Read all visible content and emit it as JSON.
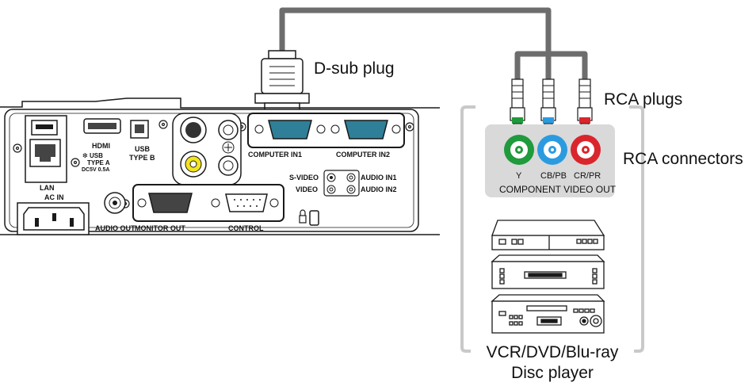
{
  "callouts": {
    "dsub_plug": "D-sub plug",
    "rca_plugs": "RCA plugs",
    "rca_connectors": "RCA connectors"
  },
  "player": {
    "caption_line1": "VCR/DVD/Blu-ray",
    "caption_line2": "Disc player",
    "connector_y": "Y",
    "connector_cb": "CB/PB",
    "connector_cr": "CR/PR",
    "panel_label": "COMPONENT VIDEO OUT"
  },
  "projector": {
    "lan": "LAN",
    "hdmi": "HDMI",
    "usb_a_line1": "USB",
    "usb_a_line2": "TYPE A",
    "usb_a_power": "DC5V 0.5A",
    "usb_b_line1": "USB",
    "usb_b_line2": "TYPE B",
    "computer_in1": "COMPUTER IN1",
    "computer_in2": "COMPUTER IN2",
    "s_video": "S-VIDEO",
    "video": "VIDEO",
    "audio_in1": "AUDIO IN1",
    "audio_in2": "AUDIO IN2",
    "ac_in": "AC IN",
    "audio_out": "AUDIO OUT",
    "monitor_out": "MONITOR OUT",
    "control": "CONTROL"
  },
  "colors": {
    "cable": "#6d6d6d",
    "bracket": "#c9c9c9",
    "line": "#1a1a1a",
    "connector_teal": "#2f7f98",
    "rca_green": "#1f9a3c",
    "rca_blue": "#2b9be0",
    "rca_red": "#d9262c",
    "video_yellow": "#f3e41c"
  }
}
